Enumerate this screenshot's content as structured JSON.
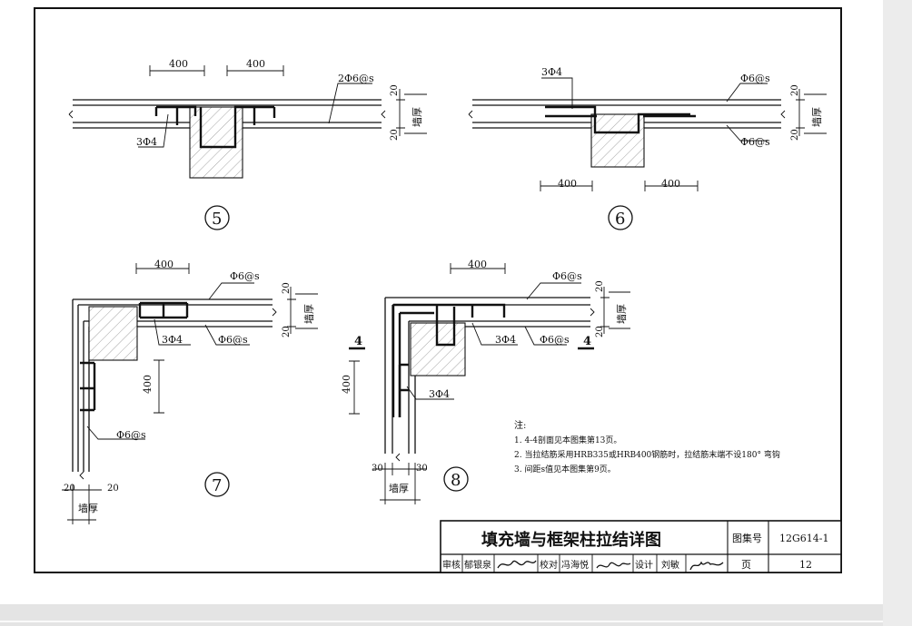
{
  "drawing": {
    "title": "填充墙与框架柱拉结详图",
    "atlas_label": "图集号",
    "atlas_number": "12G614-1",
    "page_label": "页",
    "page_number": "12",
    "review_label": "审核",
    "reviewer": "郁银泉",
    "check_label": "校对",
    "checker": "冯海悦",
    "design_label": "设计",
    "designer": "刘敏"
  },
  "details": [
    {
      "number": "5",
      "dims": [
        "400",
        "400"
      ],
      "labels": [
        "2Φ6@s",
        "3Φ4",
        "20",
        "20",
        "墙厚"
      ]
    },
    {
      "number": "6",
      "dims": [
        "400",
        "400"
      ],
      "labels": [
        "3Φ4",
        "Φ6@s",
        "Φ6@s",
        "20",
        "20",
        "墙厚"
      ]
    },
    {
      "number": "7",
      "dims": [
        "400",
        "400"
      ],
      "labels": [
        "Φ6@s",
        "3Φ4",
        "Φ6@s",
        "Φ6@s",
        "20",
        "20",
        "墙厚",
        "20",
        "20",
        "墙厚"
      ]
    },
    {
      "number": "8",
      "dims": [
        "400",
        "400"
      ],
      "labels": [
        "Φ6@s",
        "3Φ4",
        "Φ6@s",
        "3Φ4",
        "20",
        "20",
        "墙厚",
        "30",
        "30",
        "墙厚"
      ]
    }
  ],
  "section_mark": "4",
  "notes": {
    "heading": "注:",
    "items": [
      "1. 4-4剖面见本图集第13页。",
      "2. 当拉结筋采用HRB335或HRB400钢筋时，拉结筋末端不设180° 弯钩",
      "3. 间距s值见本图集第9页。"
    ]
  },
  "colors": {
    "ink": "#111111",
    "paper": "#ffffff",
    "background": "#e8e8e8"
  }
}
